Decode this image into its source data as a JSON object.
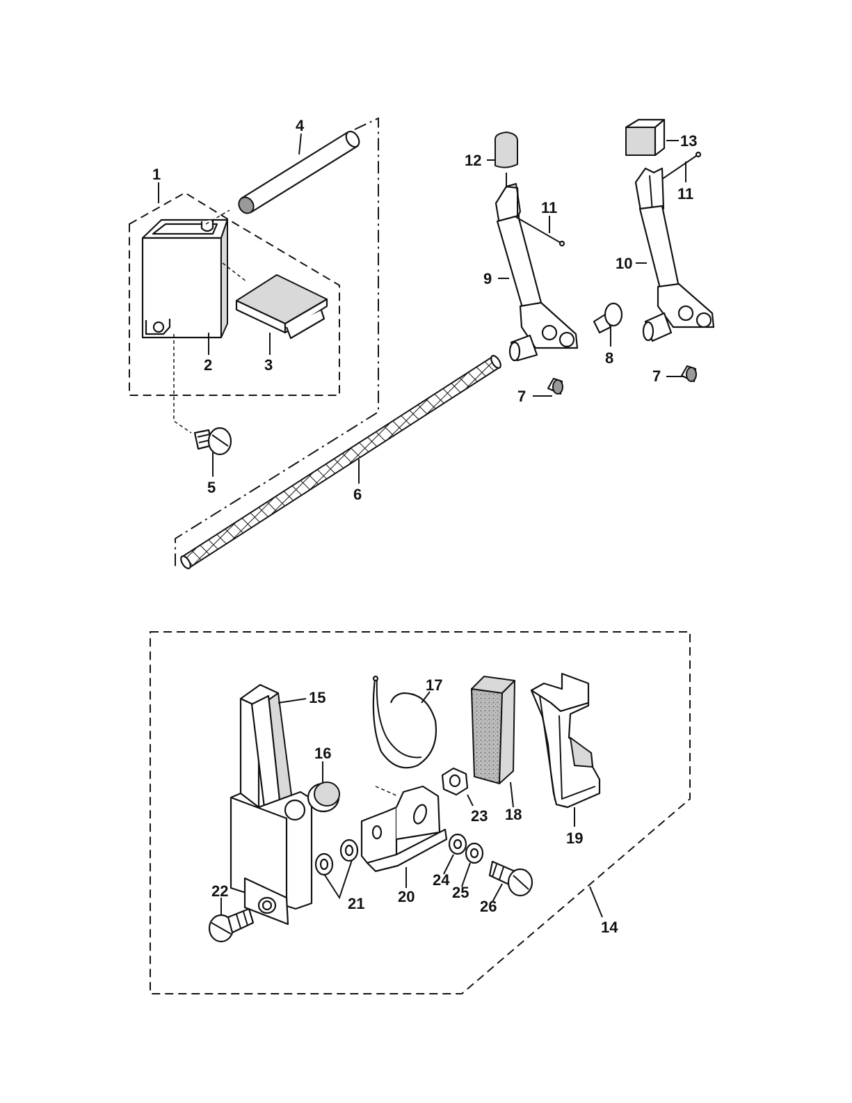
{
  "callouts": {
    "c1": "1",
    "c2": "2",
    "c3": "3",
    "c4": "4",
    "c5": "5",
    "c6": "6",
    "c7a": "7",
    "c7b": "7",
    "c8": "8",
    "c9": "9",
    "c10": "10",
    "c11a": "11",
    "c11b": "11",
    "c12": "12",
    "c13": "13",
    "c14": "14",
    "c15": "15",
    "c16": "16",
    "c17": "17",
    "c18": "18",
    "c19": "19",
    "c20": "20",
    "c21": "21",
    "c22": "22",
    "c23": "23",
    "c24": "24",
    "c25": "25",
    "c26": "26"
  }
}
